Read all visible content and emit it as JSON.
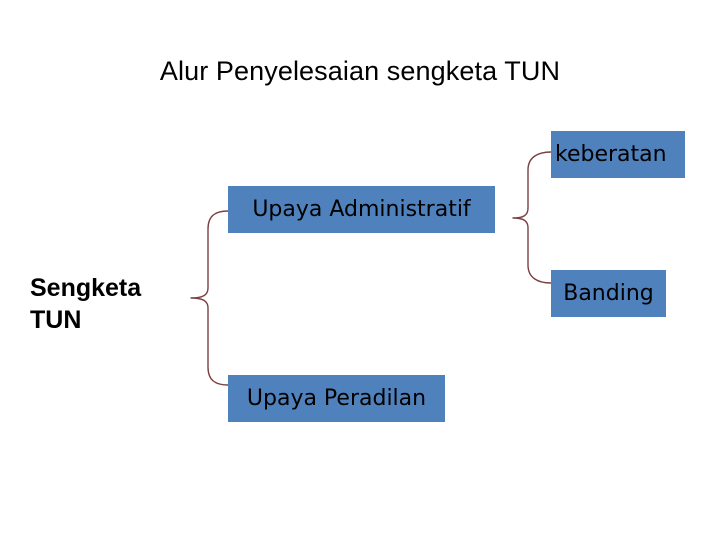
{
  "slide": {
    "title": "Alur Penyelesaian sengketa TUN",
    "background_color": "#FFFFFF",
    "node_fill_color": "#4F81BD",
    "node_text_color": "#000000",
    "connector_color": "#7B3F3F"
  },
  "nodes": {
    "root": {
      "label_line1": "Sengketa",
      "label_line2": "TUN"
    },
    "upaya_administratif": {
      "label": "Upaya Administratif"
    },
    "upaya_peradilan": {
      "label": "Upaya Peradilan"
    },
    "keberatan": {
      "label": "keberatan"
    },
    "banding": {
      "label": "Banding"
    }
  },
  "connectors": [
    {
      "name": "brace-root",
      "from": "root",
      "to": [
        "upaya_administratif",
        "upaya_peradilan"
      ]
    },
    {
      "name": "brace-upaya-administratif",
      "from": "upaya_administratif",
      "to": [
        "keberatan",
        "banding"
      ]
    }
  ]
}
